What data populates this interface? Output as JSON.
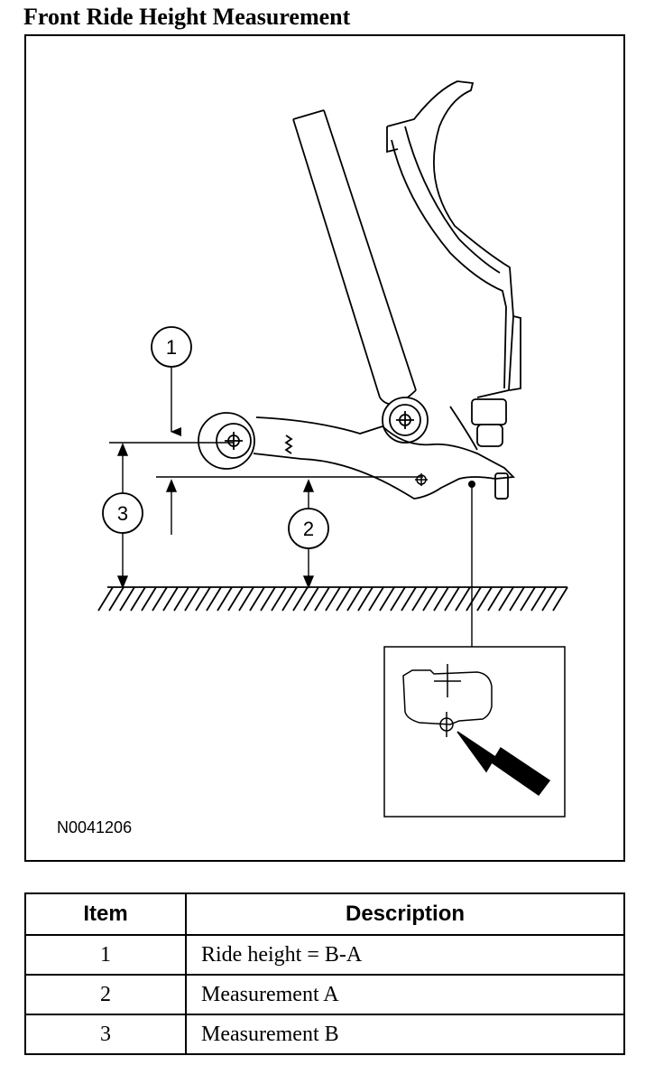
{
  "title": "Front Ride Height Measurement",
  "figure": {
    "id": "N0041206",
    "callouts": [
      "1",
      "2",
      "3"
    ]
  },
  "table": {
    "headers": {
      "item": "Item",
      "description": "Description"
    },
    "rows": [
      {
        "item": "1",
        "description": "Ride height = B-A"
      },
      {
        "item": "2",
        "description": "Measurement A"
      },
      {
        "item": "3",
        "description": "Measurement B"
      }
    ]
  }
}
